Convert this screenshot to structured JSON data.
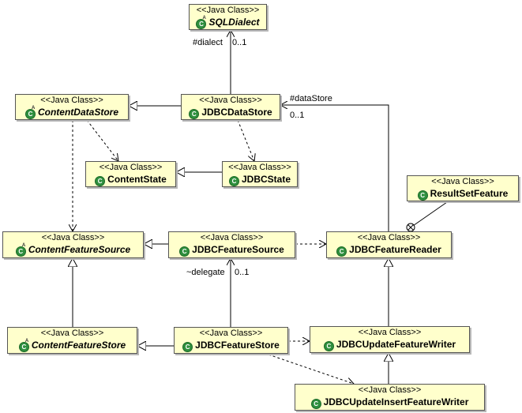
{
  "stereotype": "<<Java Class>>",
  "classes": {
    "SQLDialect": {
      "name": "SQLDialect",
      "abstract": true
    },
    "ContentDataStore": {
      "name": "ContentDataStore",
      "abstract": true
    },
    "JDBCDataStore": {
      "name": "JDBCDataStore",
      "abstract": false
    },
    "ContentState": {
      "name": "ContentState",
      "abstract": false
    },
    "JDBCState": {
      "name": "JDBCState",
      "abstract": false
    },
    "ResultSetFeature": {
      "name": "ResultSetFeature",
      "abstract": false
    },
    "ContentFeatureSource": {
      "name": "ContentFeatureSource",
      "abstract": true
    },
    "JDBCFeatureSource": {
      "name": "JDBCFeatureSource",
      "abstract": false
    },
    "JDBCFeatureReader": {
      "name": "JDBCFeatureReader",
      "abstract": false
    },
    "ContentFeatureStore": {
      "name": "ContentFeatureStore",
      "abstract": true
    },
    "JDBCFeatureStore": {
      "name": "JDBCFeatureStore",
      "abstract": false
    },
    "JDBCUpdateFeatureWriter": {
      "name": "JDBCUpdateFeatureWriter",
      "abstract": false
    },
    "JDBCUpdateInsertFeatureWriter": {
      "name": "JDBCUpdateInsertFeatureWriter",
      "abstract": false
    }
  },
  "labels": {
    "dialect_role": "#dialect",
    "dialect_mult": "0..1",
    "datastore_role": "#dataStore",
    "datastore_mult": "0..1",
    "delegate_role": "~delegate",
    "delegate_mult": "0..1"
  },
  "colors": {
    "class_fill": "#ffffcc",
    "class_border": "#555555",
    "class_icon": "#2f8f3e",
    "line": "#000000"
  }
}
